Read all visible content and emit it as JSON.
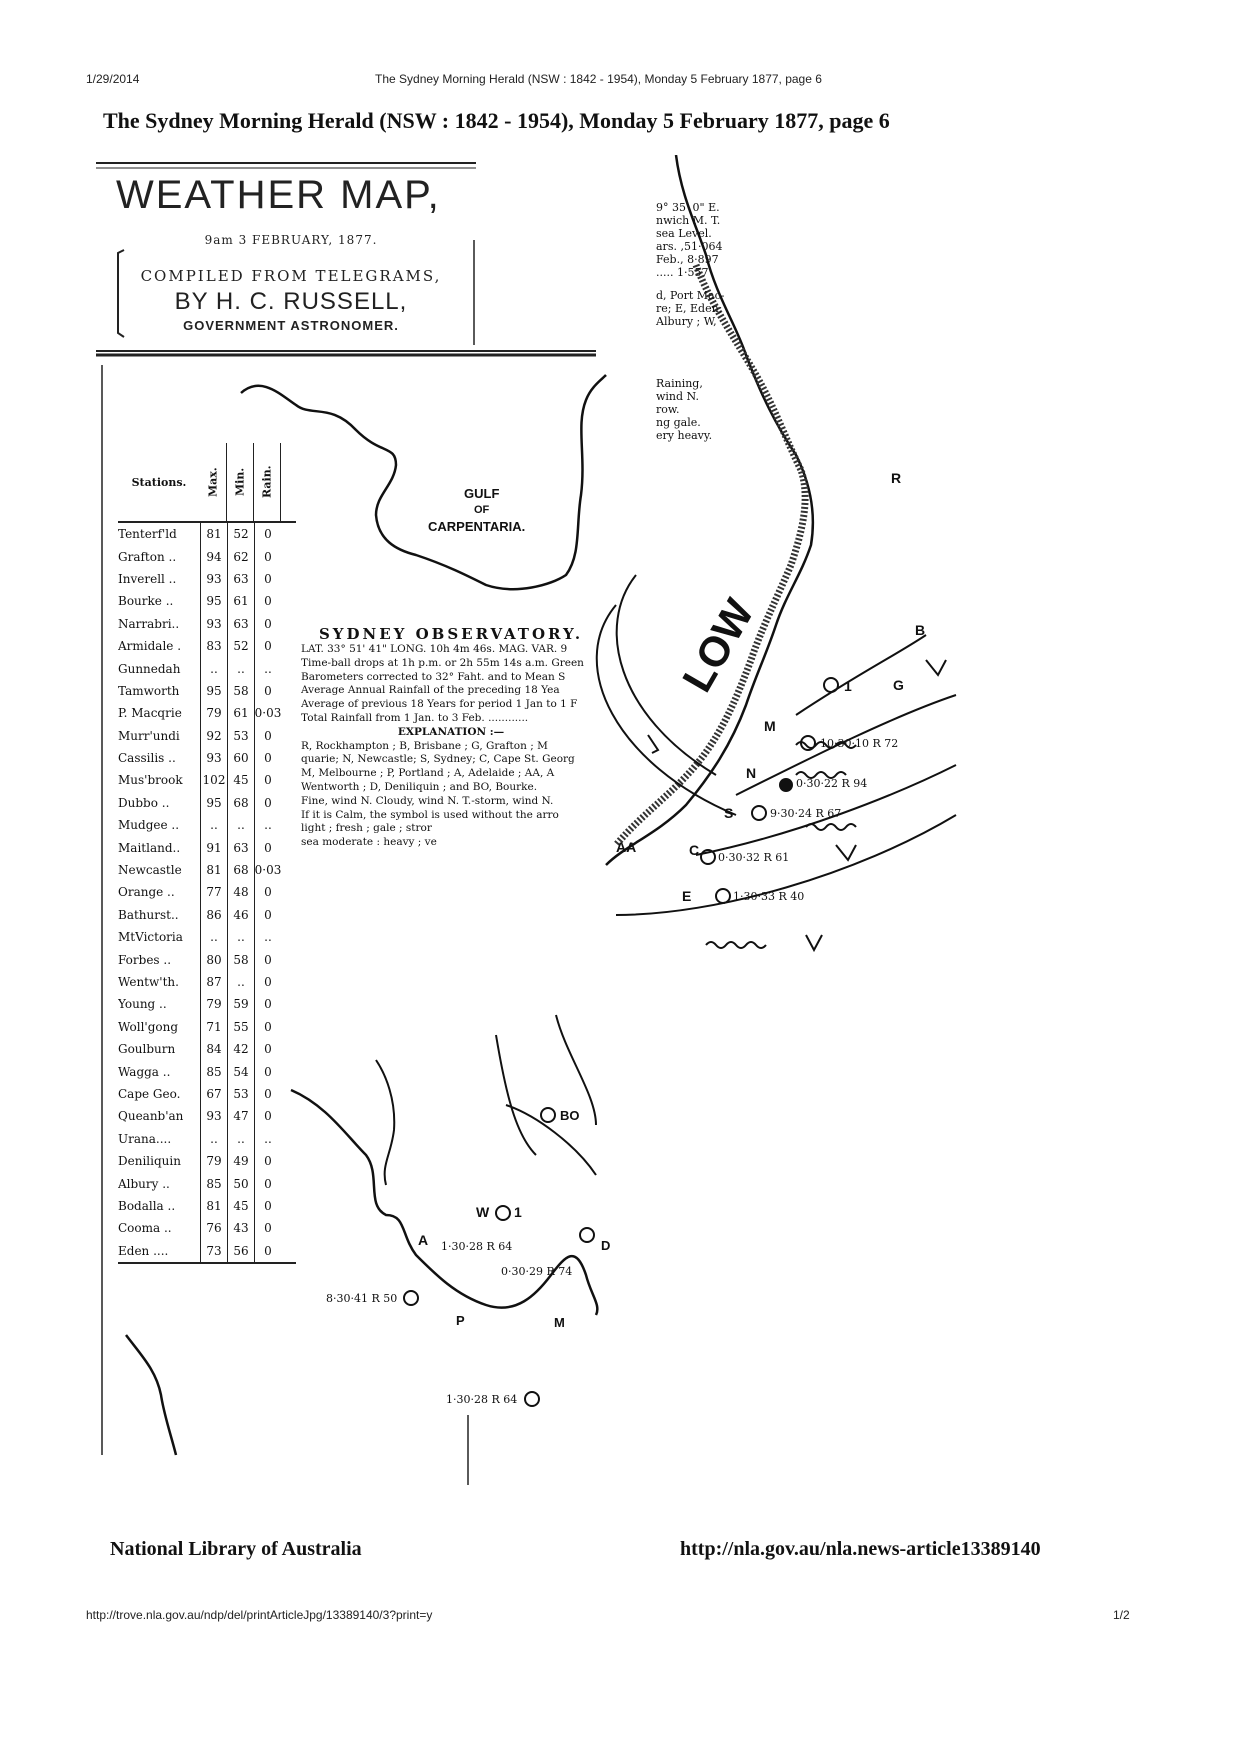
{
  "print_header": {
    "date": "1/29/2014",
    "title": "The Sydney Morning Herald (NSW : 1842 - 1954), Monday 5 February 1877, page 6"
  },
  "heading": "The Sydney Morning Herald (NSW : 1842 - 1954), Monday 5 February 1877, page 6",
  "weather_map": {
    "title": "WEATHER MAP,",
    "date": "9am 3 FEBRUARY, 1877.",
    "compiled": "COMPILED FROM TELEGRAMS,",
    "author": "BY H. C. RUSSELL,",
    "office": "GOVERNMENT ASTRONOMER.",
    "gulf_label_1": "GULF",
    "gulf_label_2": "OF",
    "gulf_label_3": "CARPENTARIA.",
    "low_label": "LOW"
  },
  "stations_table": {
    "headers": [
      "Stations.",
      "Max.",
      "Min.",
      "Rain."
    ],
    "rows": [
      [
        "Tenterf'ld",
        "81",
        "52",
        "0"
      ],
      [
        "Grafton ..",
        "94",
        "62",
        "0"
      ],
      [
        "Inverell ..",
        "93",
        "63",
        "0"
      ],
      [
        "Bourke ..",
        "95",
        "61",
        "0"
      ],
      [
        "Narrabri..",
        "93",
        "63",
        "0"
      ],
      [
        "Armidale .",
        "83",
        "52",
        "0"
      ],
      [
        "Gunnedah",
        "..",
        "..",
        ".."
      ],
      [
        "Tamworth",
        "95",
        "58",
        "0"
      ],
      [
        "P. Macqrie",
        "79",
        "61",
        "0·03"
      ],
      [
        "Murr'undi",
        "92",
        "53",
        "0"
      ],
      [
        "Cassilis ..",
        "93",
        "60",
        "0"
      ],
      [
        "Mus'brook",
        "102",
        "45",
        "0"
      ],
      [
        "Dubbo ..",
        "95",
        "68",
        "0"
      ],
      [
        "Mudgee ..",
        "..",
        "..",
        ".."
      ],
      [
        "Maitland..",
        "91",
        "63",
        "0"
      ],
      [
        "Newcastle",
        "81",
        "68",
        "0·03"
      ],
      [
        "Orange ..",
        "77",
        "48",
        "0"
      ],
      [
        "Bathurst..",
        "86",
        "46",
        "0"
      ],
      [
        "MtVictoria",
        "..",
        "..",
        ".."
      ],
      [
        "Forbes ..",
        "80",
        "58",
        "0"
      ],
      [
        "Wentw'th.",
        "87",
        "..",
        "0"
      ],
      [
        "Young ..",
        "79",
        "59",
        "0"
      ],
      [
        "Woll'gong",
        "71",
        "55",
        "0"
      ],
      [
        "Goulburn",
        "84",
        "42",
        "0"
      ],
      [
        "Wagga ..",
        "85",
        "54",
        "0"
      ],
      [
        "Cape Geo.",
        "67",
        "53",
        "0"
      ],
      [
        "Queanb'an",
        "93",
        "47",
        "0"
      ],
      [
        "Urana....",
        "..",
        "..",
        ".."
      ],
      [
        "Deniliquin",
        "79",
        "49",
        "0"
      ],
      [
        "Albury ..",
        "85",
        "50",
        "0"
      ],
      [
        "Bodalla ..",
        "81",
        "45",
        "0"
      ],
      [
        "Cooma ..",
        "76",
        "43",
        "0"
      ],
      [
        "Eden ....",
        "73",
        "56",
        "0"
      ]
    ]
  },
  "observatory": {
    "heading": "SYDNEY OBSERVATORY.",
    "lines": [
      "LAT. 33° 51' 41\"   LONG. 10h 4m 46s.   MAG. VAR. 9",
      "Time-ball drops at 1h p.m. or 2h 55m 14s a.m. Green",
      "Barometers corrected to 32° Faht. and to Mean S",
      "Average Annual Rainfall of the preceding 18 Yea",
      "Average of previous 18 Years for period 1 Jan to 1 F",
      "Total Rainfall from 1 Jan. to 3 Feb. ............"
    ],
    "explanation_heading": "EXPLANATION :—",
    "explanation_lines": [
      "R, Rockhampton ; B, Brisbane ; G, Grafton ; M",
      "quarie; N, Newcastle; S, Sydney; C, Cape St. Georg",
      "M, Melbourne ; P, Portland ; A, Adelaide ; AA, A",
      "Wentworth ; D, Deniliquin ; and BO, Bourke.",
      "Fine, wind N.   Cloudy, wind N.   T.-storm, wind N.",
      "If it is Calm, the symbol is used without the arro",
      "light ;  fresh ;  gale ;  stror",
      "sea moderate :  heavy ;  ve"
    ]
  },
  "right_notes": {
    "lines_top": [
      "9° 35' 0\" E.",
      "nwich M. T.",
      "sea Level.",
      "ars. ,51·064",
      "Feb., 8·897",
      "..... 1·557"
    ],
    "lines_mid": [
      "d, Port Mac-",
      "re; E, Eden;",
      "Albury ; W,"
    ],
    "lines_bottom": [
      "Raining,",
      "wind N.",
      "row.",
      "ng gale.",
      "ery heavy."
    ]
  },
  "map_labels": {
    "R": "R",
    "B": "B",
    "G": "G",
    "G1": "1",
    "M": "M",
    "N": "N",
    "S": "S",
    "C": "C",
    "E": "E",
    "AA": "AA",
    "reading_M": "10·30·10 R 72",
    "reading_N": "0·30·22 R 94",
    "reading_S": "9·30·24 R 67",
    "reading_C": "0·30·32 R 61",
    "reading_E": "1·30·33 R 40",
    "BO": "BO",
    "W": "W",
    "W1": "1",
    "A": "A",
    "reading_A": "1·30·28 R 64",
    "D": "D",
    "reading_D": "0·30·29 R 74",
    "P": "P",
    "M2": "M",
    "reading_P": "8·30·41 R 50",
    "reading_M2": "1·30·28 R 64"
  },
  "footer": {
    "left": "National Library of Australia",
    "right": "http://nla.gov.au/nla.news-article13389140"
  },
  "print_footer": {
    "url": "http://trove.nla.gov.au/ndp/del/printArticleJpg/13389140/3?print=y",
    "page": "1/2"
  }
}
